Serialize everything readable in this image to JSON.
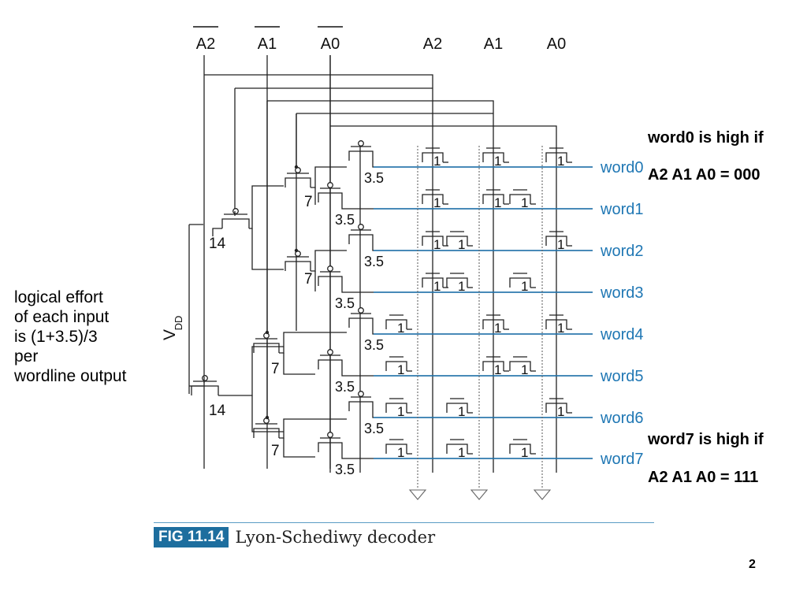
{
  "diagram": {
    "inputs_complement": [
      "A2",
      "A1",
      "A0"
    ],
    "inputs_true": [
      "A2",
      "A1",
      "A0"
    ],
    "supply_label": "V",
    "supply_subscript": "DD",
    "wordlines": [
      "word0",
      "word1",
      "word2",
      "word3",
      "word4",
      "word5",
      "word6",
      "word7"
    ],
    "first_stage_sizes": [
      "14",
      "14"
    ],
    "second_stage_sizes": [
      "7",
      "7",
      "7",
      "7"
    ],
    "third_stage_sizes": [
      "3.5",
      "3.5",
      "3.5",
      "3.5",
      "3.5",
      "3.5",
      "3.5",
      "3.5"
    ],
    "nmos_size": "1",
    "line_color": "#1f77b4"
  },
  "notes": {
    "left": [
      "logical effort",
      "of each input",
      "is (1+3.5)/3",
      "per",
      "wordline output"
    ],
    "word0_line1": "word0 is high if",
    "word0_line2": "A2 A1 A0 = 000",
    "word7_line1": "word7 is high if",
    "word7_line2": "A2 A1 A0 = 111"
  },
  "figure": {
    "tag": "FIG 11.14",
    "title": "Lyon-Schediwy decoder"
  },
  "page_number": "2"
}
